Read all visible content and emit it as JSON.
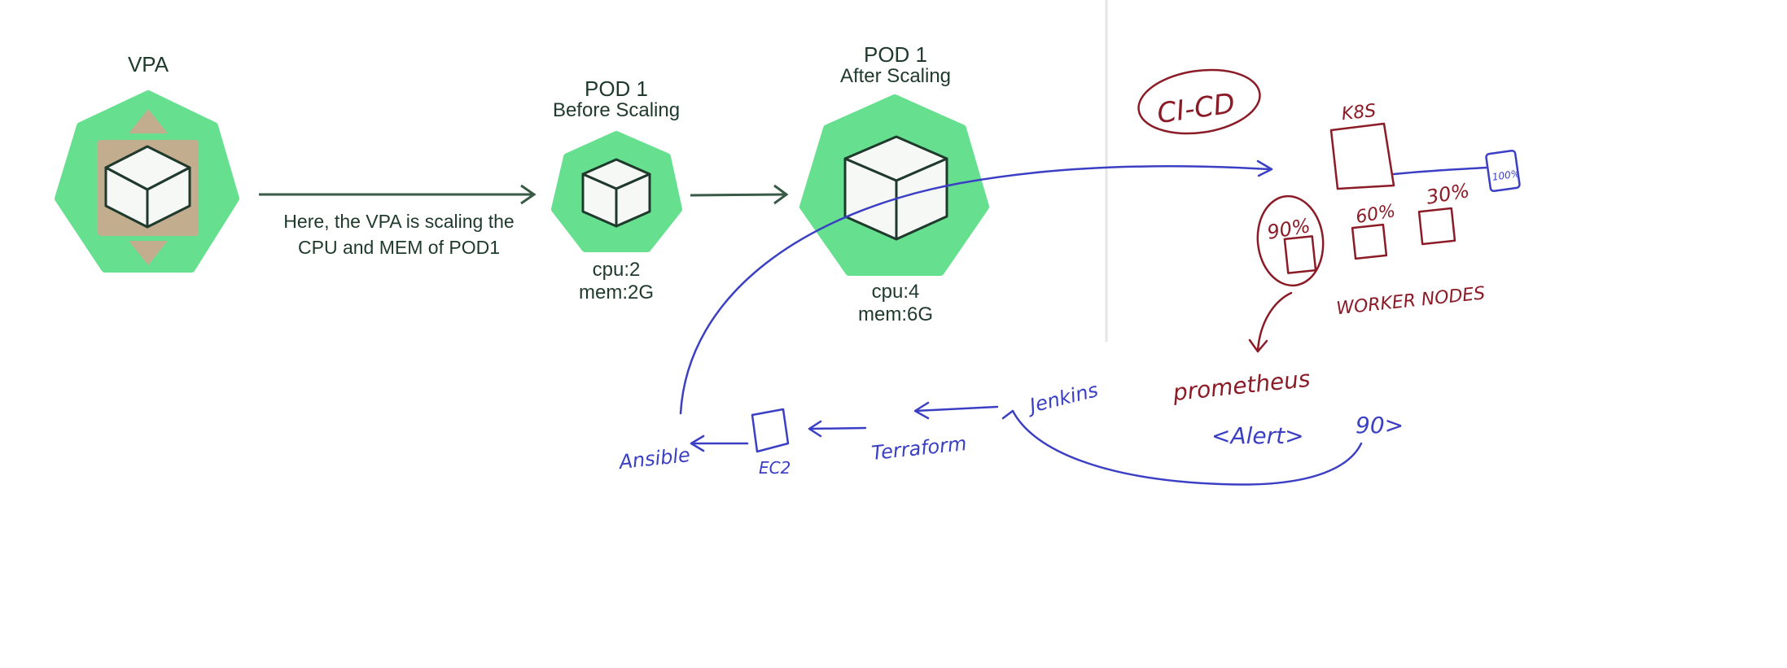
{
  "diagram": {
    "vpa": {
      "title": "VPA"
    },
    "description": {
      "line1": "Here, the VPA is scaling the",
      "line2": "CPU and MEM of POD1"
    },
    "pod_before": {
      "title": "POD 1",
      "subtitle": "Before Scaling",
      "cpu": "cpu:2",
      "mem": "mem:2G"
    },
    "pod_after": {
      "title": "POD 1",
      "subtitle": "After Scaling",
      "cpu": "cpu:4",
      "mem": "mem:6G"
    }
  },
  "annotations": {
    "cicd": "CI-CD",
    "k8s": "K8S",
    "percent_90": "90%",
    "percent_60": "60%",
    "percent_30": "30%",
    "percent_100": "100%",
    "worker_nodes": "WORKER NODES",
    "prometheus": "prometheus",
    "alert": "<Alert>",
    "alert_threshold": "90>",
    "jenkins": "Jenkins",
    "terraform": "Terraform",
    "ec2": "EC2",
    "ansible": "Ansible"
  },
  "colors": {
    "heptagon_green": "#66e08f",
    "vpa_inner": "#c2ad8f",
    "cube_fill": "#f6f8f6",
    "cube_stroke": "#1f3a2c",
    "arrow": "#3a5a48",
    "ink_blue": "#3b3fc4",
    "ink_red": "#8b1b26",
    "divider": "#e6e6e6"
  }
}
